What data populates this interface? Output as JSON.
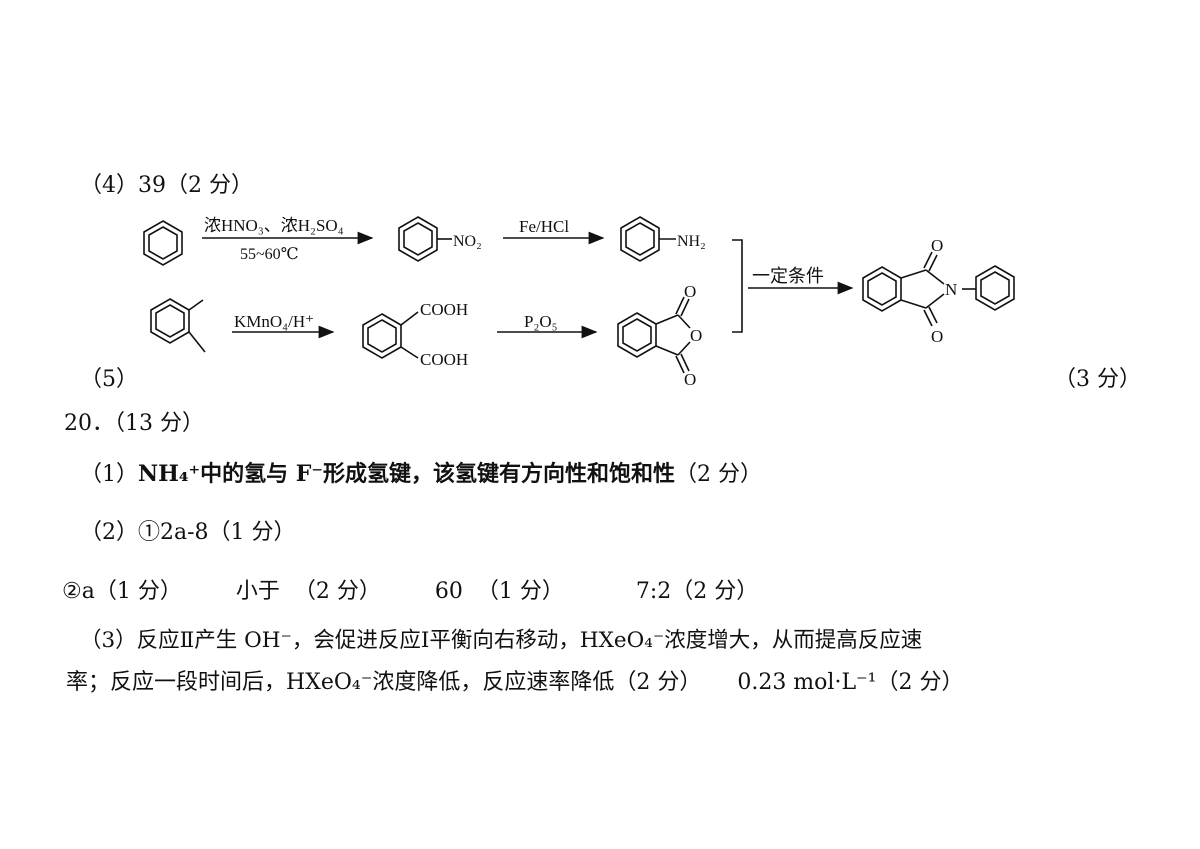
{
  "part4": {
    "num": "（4）",
    "answer": "39",
    "score": "（2 分）"
  },
  "scheme": {
    "r1_top": "浓HNO₃、浓H₂SO₄",
    "r1_bottom": "55~60℃",
    "no2": "NO₂",
    "r2": "Fe/HCl",
    "nh2": "NH₂",
    "r3": "KMnO₄/H⁺",
    "cooh_top": "COOH",
    "cooh_bottom": "COOH",
    "r4": "P₂O₅",
    "o_top": "O",
    "o_ring": "O",
    "o_bottom": "O",
    "cond": "一定条件",
    "imide_o_top": "O",
    "imide_n": "N",
    "imide_o_bottom": "O"
  },
  "part5": {
    "num": "（5）",
    "score": "（3 分）"
  },
  "q20": {
    "title": "20．（13 分）"
  },
  "q20_1": {
    "num": "（1）",
    "text": "NH₄⁺中的氢与 F⁻形成氢键，该氢键有方向性和饱和性",
    "score": "（2 分）"
  },
  "q20_2": {
    "num": "（2）",
    "text": "①2a-8",
    "score": "（1 分）"
  },
  "q20_2b": {
    "a1": "②a",
    "s1": "（1 分）",
    "a2": "小于",
    "s2": "（2 分）",
    "a3": "60",
    "s3": "（1 分）",
    "a4": "7:2",
    "s4": "（2 分）"
  },
  "q20_3": {
    "line1": "（3）反应Ⅱ产生 OH⁻，会促进反应Ⅰ平衡向右移动，HXeO₄⁻浓度增大，从而提高反应速",
    "line2": "率；反应一段时间后，HXeO₄⁻浓度降低，反应速率降低（2 分）",
    "value": "0.23 mol·L⁻¹",
    "score": "（2 分）"
  }
}
